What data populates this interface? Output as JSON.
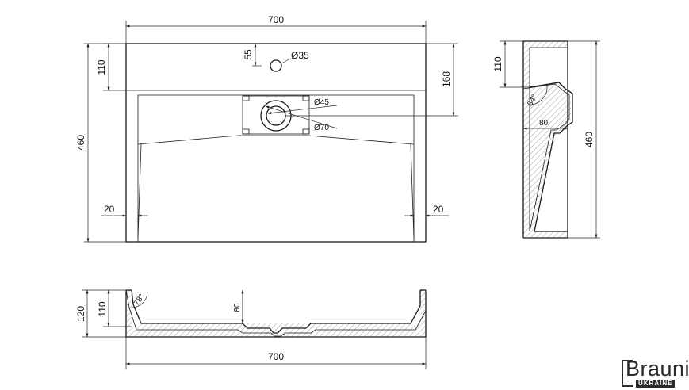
{
  "front_view": {
    "width": "700",
    "height": "460",
    "top_band": "110",
    "faucet_offset": "55",
    "faucet_hole": "Ø35",
    "drain_center": "168",
    "drain_inner": "Ø45",
    "drain_outer": "Ø70",
    "wall_left": "20",
    "wall_right": "20"
  },
  "side_view": {
    "top_band": "110",
    "angle": "84°",
    "drain_depth": "80",
    "height": "460"
  },
  "bottom_view": {
    "total_height": "120",
    "inner_height": "110",
    "angle": "78°",
    "basin_depth": "80",
    "width": "700"
  },
  "logo": {
    "name": "rauni",
    "initial": "B",
    "region": "UKRAINE"
  }
}
